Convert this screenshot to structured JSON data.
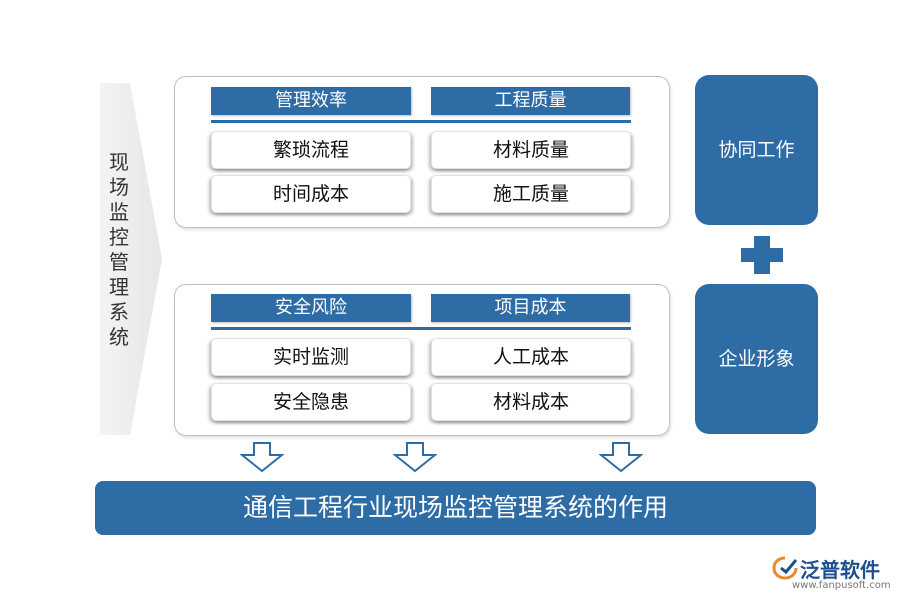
{
  "side_title": "现场监控管理系统",
  "panel_top": {
    "headers": [
      "管理效率",
      "工程质量"
    ],
    "cells": [
      "繁琐流程",
      "材料质量",
      "时间成本",
      "施工质量"
    ]
  },
  "panel_bottom": {
    "headers": [
      "安全风险",
      "项目成本"
    ],
    "cells": [
      "实时监测",
      "人工成本",
      "安全隐患",
      "材料成本"
    ]
  },
  "right_boxes": [
    "协同工作",
    "企业形象"
  ],
  "bottom_banner": "通信工程行业现场监控管理系统的作用",
  "logo": {
    "name": "泛普软件",
    "url": "www.fanpusoft.com"
  },
  "colors": {
    "primary": "#2e6ca6",
    "chevron": "#ececec"
  }
}
